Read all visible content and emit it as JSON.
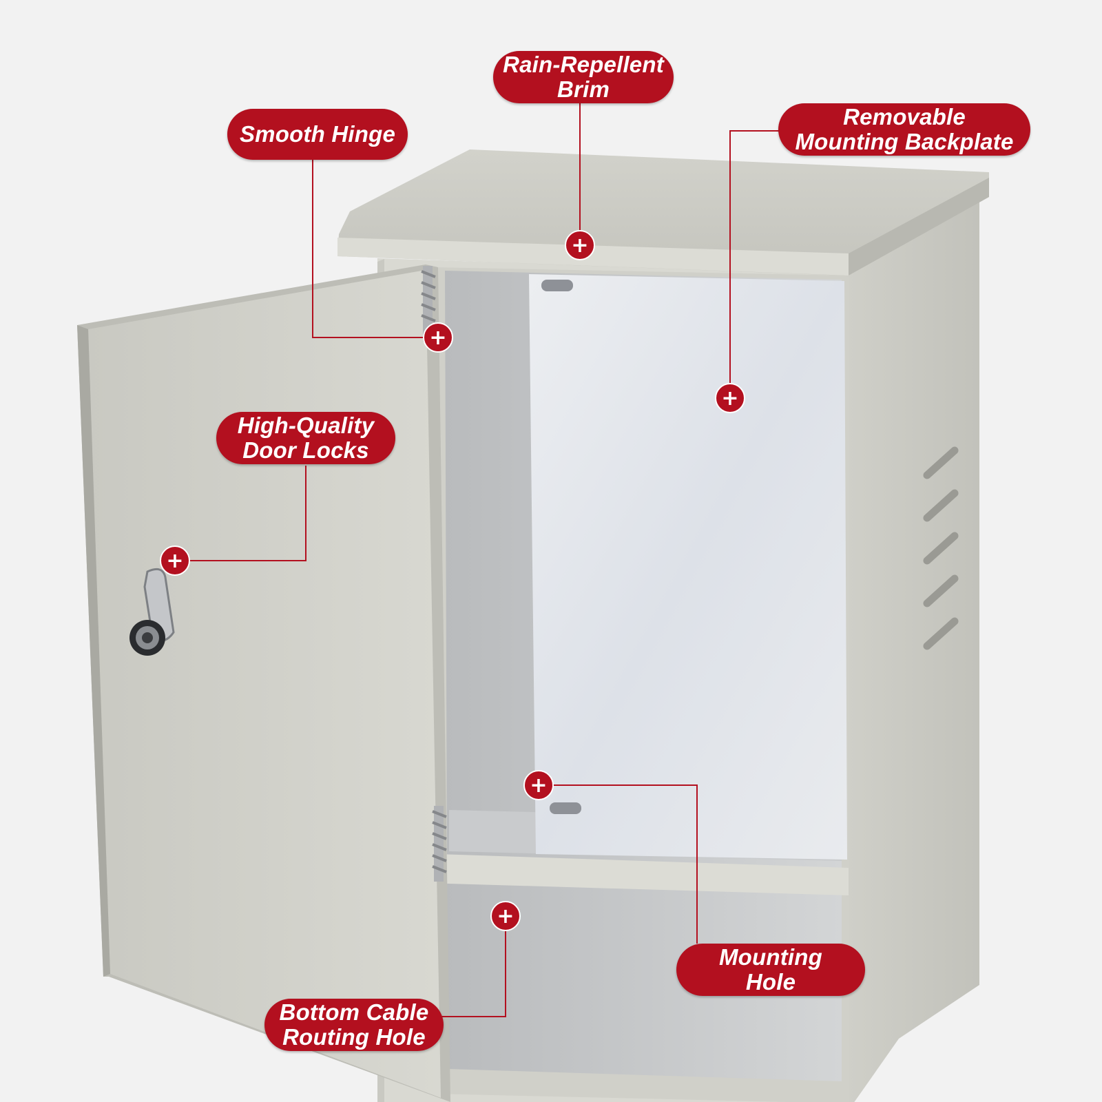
{
  "colors": {
    "accent": "#b3101f",
    "background": "#f2f2f2",
    "enclosure": "#d7d7d0",
    "backplate": "#e4e7ec"
  },
  "callouts": {
    "rain_brim": {
      "line1": "Rain-Repellent",
      "line2": "Brim"
    },
    "smooth_hinge": {
      "line1": "Smooth Hinge"
    },
    "backplate": {
      "line1": "Removable",
      "line2": "Mounting Backplate"
    },
    "door_locks": {
      "line1": "High-Quality",
      "line2": "Door Locks"
    },
    "mounting_hole": {
      "line1": "Mounting",
      "line2": "Hole"
    },
    "cable_hole": {
      "line1": "Bottom Cable",
      "line2": "Routing Hole"
    }
  },
  "markers": {
    "glyph": "+"
  }
}
